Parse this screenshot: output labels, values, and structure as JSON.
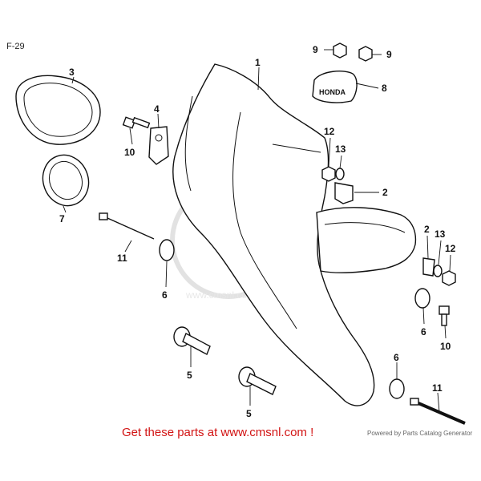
{
  "figure": {
    "code": "F-29"
  },
  "callouts": [
    {
      "id": "c1",
      "number": "1"
    },
    {
      "id": "c2a",
      "number": "2"
    },
    {
      "id": "c2b",
      "number": "2"
    },
    {
      "id": "c3",
      "number": "3"
    },
    {
      "id": "c4",
      "number": "4"
    },
    {
      "id": "c5a",
      "number": "5"
    },
    {
      "id": "c5b",
      "number": "5"
    },
    {
      "id": "c6a",
      "number": "6"
    },
    {
      "id": "c6b",
      "number": "6"
    },
    {
      "id": "c6c",
      "number": "6"
    },
    {
      "id": "c7",
      "number": "7"
    },
    {
      "id": "c8",
      "number": "8"
    },
    {
      "id": "c9a",
      "number": "9"
    },
    {
      "id": "c9b",
      "number": "9"
    },
    {
      "id": "c10a",
      "number": "10"
    },
    {
      "id": "c10b",
      "number": "10"
    },
    {
      "id": "c11a",
      "number": "11"
    },
    {
      "id": "c11b",
      "number": "11"
    },
    {
      "id": "c12a",
      "number": "12"
    },
    {
      "id": "c12b",
      "number": "12"
    },
    {
      "id": "c13a",
      "number": "13"
    },
    {
      "id": "c13b",
      "number": "13"
    }
  ],
  "emblem": {
    "text": "HONDA"
  },
  "watermark": {
    "text": "www.cmsnl.com"
  },
  "footer": {
    "banner": "Get these parts at www.cmsnl.com !",
    "powered_by": "Powered by Parts Catalog Generator"
  }
}
